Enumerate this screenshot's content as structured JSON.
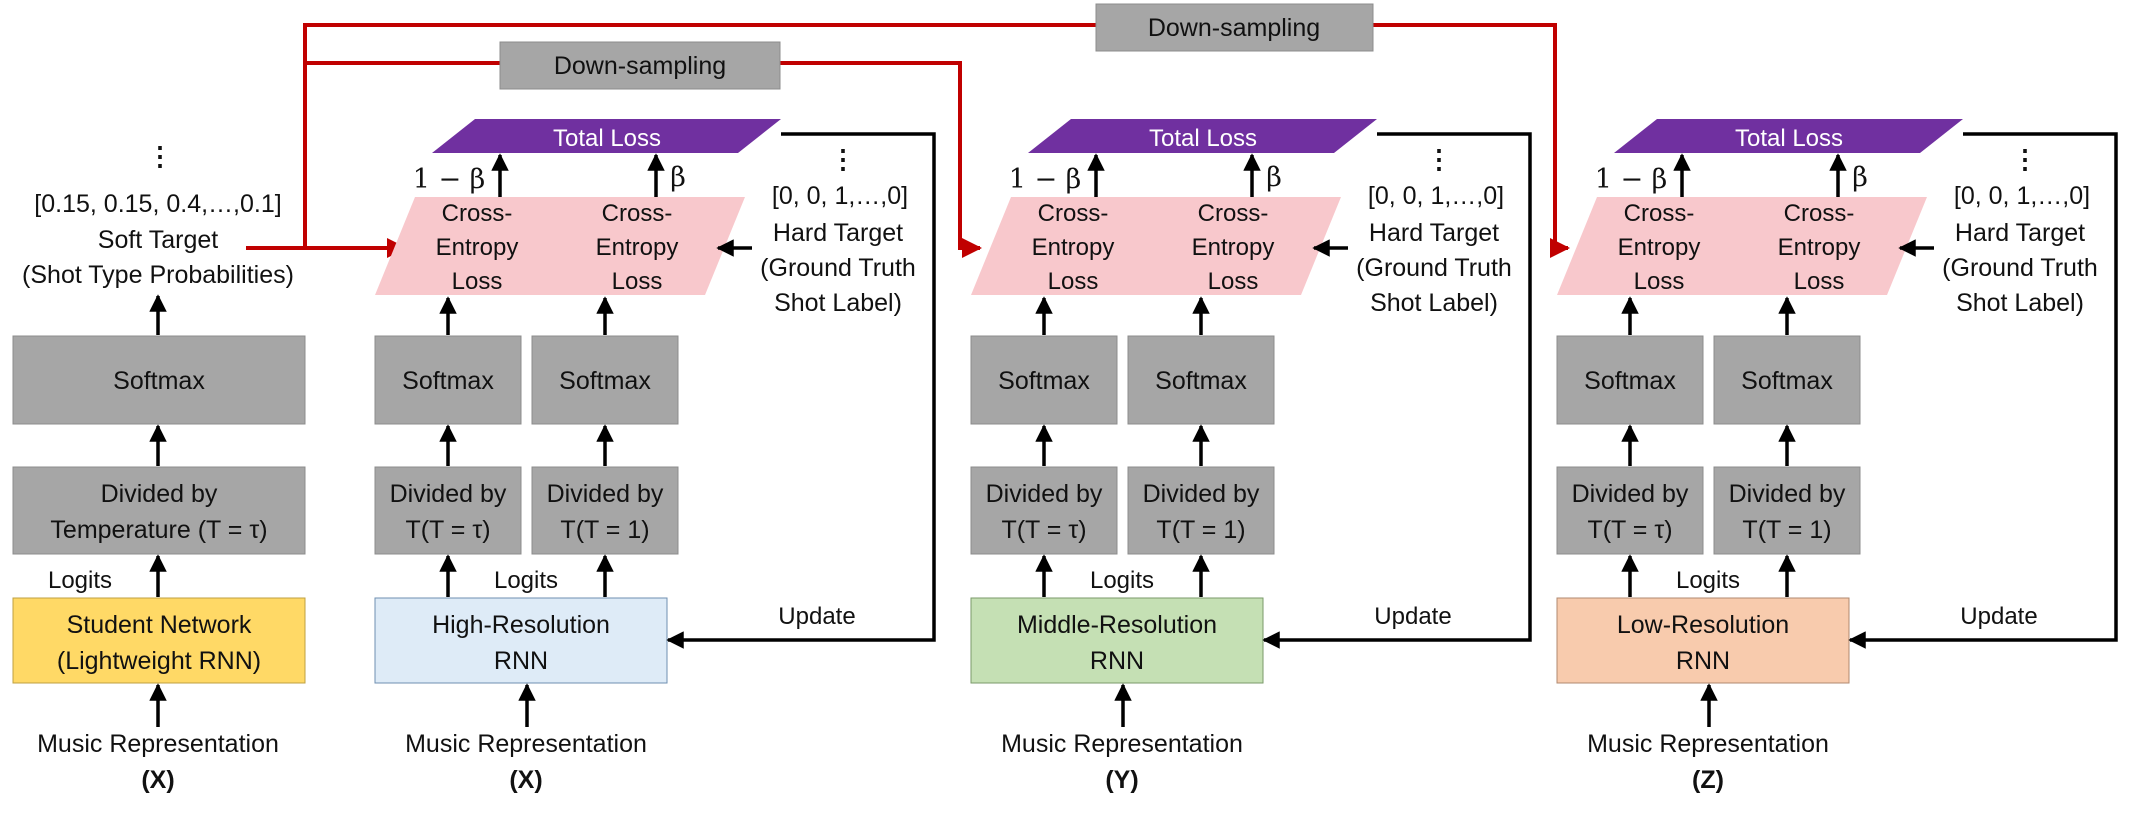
{
  "colors": {
    "gray_box": "#a6a6a6",
    "pink_box": "#f8c8cc",
    "purple_bar": "#7030a0",
    "student_fill": "#ffd966",
    "high_fill": "#deebf7",
    "middle_fill": "#c5e0b4",
    "low_fill": "#f8cbad",
    "red_line": "#c00000"
  },
  "downsampling": {
    "label": "Down-sampling"
  },
  "student": {
    "soft_target_values": "[0.15, 0.15, 0.4,…,0.1]",
    "soft_target_label": "Soft Target",
    "soft_target_desc": "(Shot Type Probabilities)",
    "softmax": "Softmax",
    "divided_line1": "Divided by",
    "divided_line2": "Temperature (T = τ)",
    "logits": "Logits",
    "network_line1": "Student Network",
    "network_line2": "(Lightweight RNN)",
    "input_label": "Music Representation",
    "input_symbol": "(X)"
  },
  "teachers": [
    {
      "total_loss": "Total Loss",
      "weight_left": "1 − β",
      "weight_right": "β",
      "ce_line1": "Cross-",
      "ce_line2": "Entropy",
      "ce_line3": "Loss",
      "hard_values": "[0, 0, 1,…,0]",
      "hard_line1": "Hard Target",
      "hard_line2": "(Ground Truth",
      "hard_line3": "Shot Label)",
      "softmax": "Softmax",
      "divided_label": "Divided by",
      "temp_tau": "T(T = τ)",
      "temp_one": "T(T = 1)",
      "logits": "Logits",
      "update": "Update",
      "rnn_line1": "High-Resolution",
      "rnn_line2": "RNN",
      "input_label": "Music Representation",
      "input_symbol": "(X)"
    },
    {
      "total_loss": "Total Loss",
      "weight_left": "1 − β",
      "weight_right": "β",
      "ce_line1": "Cross-",
      "ce_line2": "Entropy",
      "ce_line3": "Loss",
      "hard_values": "[0, 0, 1,…,0]",
      "hard_line1": "Hard Target",
      "hard_line2": "(Ground Truth",
      "hard_line3": "Shot Label)",
      "softmax": "Softmax",
      "divided_label": "Divided by",
      "temp_tau": "T(T = τ)",
      "temp_one": "T(T = 1)",
      "logits": "Logits",
      "update": "Update",
      "rnn_line1": "Middle-Resolution",
      "rnn_line2": "RNN",
      "input_label": "Music Representation",
      "input_symbol": "(Y)"
    },
    {
      "total_loss": "Total Loss",
      "weight_left": "1 − β",
      "weight_right": "β",
      "ce_line1": "Cross-",
      "ce_line2": "Entropy",
      "ce_line3": "Loss",
      "hard_values": "[0, 0, 1,…,0]",
      "hard_line1": "Hard Target",
      "hard_line2": "(Ground Truth",
      "hard_line3": "Shot Label)",
      "softmax": "Softmax",
      "divided_label": "Divided by",
      "temp_tau": "T(T = τ)",
      "temp_one": "T(T = 1)",
      "logits": "Logits",
      "update": "Update",
      "rnn_line1": "Low-Resolution",
      "rnn_line2": "RNN",
      "input_label": "Music Representation",
      "input_symbol": "(Z)"
    }
  ]
}
